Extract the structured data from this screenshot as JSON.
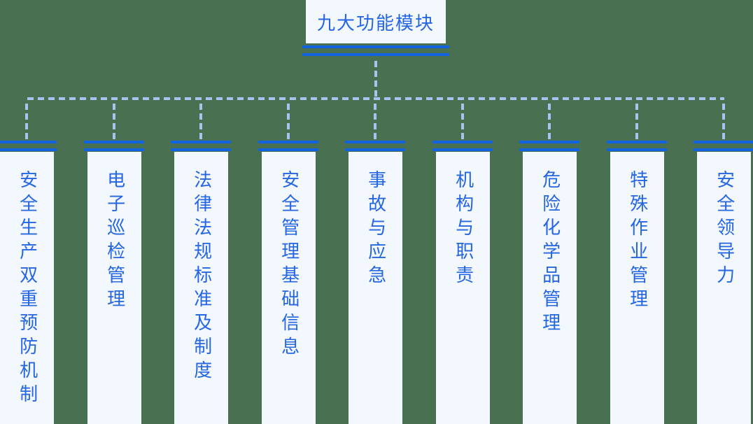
{
  "root": {
    "label": "九大功能模块"
  },
  "columns": [
    {
      "label": "安全生产双重预防机制"
    },
    {
      "label": "电子巡检管理"
    },
    {
      "label": "法律法规标准及制度"
    },
    {
      "label": "安全管理基础信息"
    },
    {
      "label": "事故与应急"
    },
    {
      "label": "机构与职责"
    },
    {
      "label": "危险化学品管理"
    },
    {
      "label": "特殊作业管理"
    },
    {
      "label": "安全领导力"
    }
  ],
  "colors": {
    "background": "#487051",
    "panel": "#F3F7FE",
    "line": "#1263E2",
    "text": "#2566E2",
    "dash": "#A8C3EF"
  }
}
